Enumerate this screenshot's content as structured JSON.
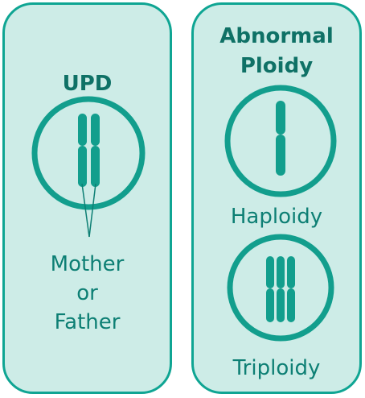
{
  "left_panel": {
    "title": "UPD",
    "origin_lines": [
      "Mother",
      "or",
      "Father"
    ]
  },
  "right_panel": {
    "title_lines": [
      "Abnormal",
      "Ploidy"
    ],
    "haploidy_label": "Haploidy",
    "triploidy_label": "Triploidy"
  },
  "colors": {
    "panel_fill": "#cdece7",
    "border": "#0fa593",
    "chromosome": "#129e8d",
    "title_text": "#0f7166",
    "label_text": "#0d7f74"
  }
}
